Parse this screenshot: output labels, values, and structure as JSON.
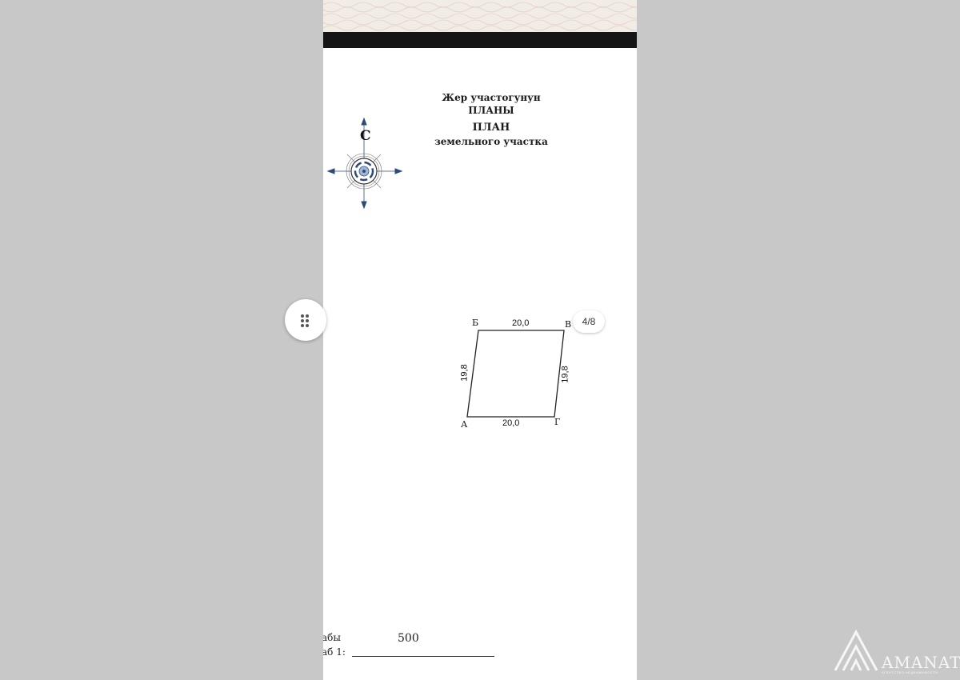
{
  "document": {
    "title_ky_line1": "Жер участогунун",
    "title_ky_line2": "ПЛАНЫ",
    "title_ru_line1": "ПЛАН",
    "title_ru_line2": "земельного участка"
  },
  "compass": {
    "north_letter": "С",
    "icon": "compass-rose-icon"
  },
  "plot": {
    "corners": {
      "a": "А",
      "b": "Б",
      "v": "В",
      "g": "Г"
    },
    "sides": {
      "top": "20,0",
      "bottom": "20,0",
      "left": "19,8",
      "right": "19,8"
    }
  },
  "viewer": {
    "page_indicator": "4/8",
    "grid_button_icon": "grid-dots-icon"
  },
  "scale": {
    "line1_fragment": "абы",
    "line2_fragment": "аб  1:",
    "value": "500"
  },
  "watermark": {
    "brand": "AMANAT",
    "tagline": "АГЕНТСТВО НЕДВИЖИМОСТИ"
  },
  "colors": {
    "background": "#c8c8c8",
    "page": "#ffffff",
    "band": "#151515",
    "compass_accent": "#2b4a78"
  }
}
